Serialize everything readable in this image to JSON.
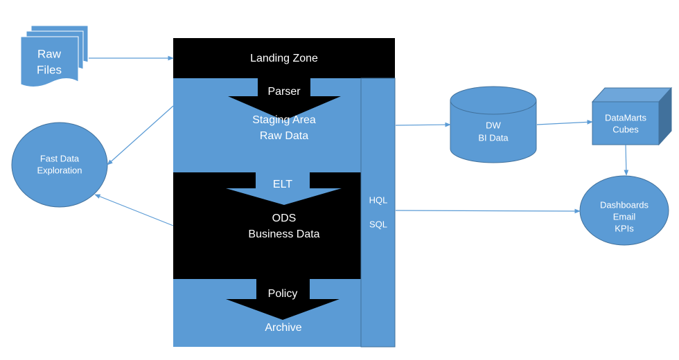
{
  "raw_files": {
    "line1": "Raw",
    "line2": "Files"
  },
  "pipeline": {
    "landing_zone": "Landing Zone",
    "parser": "Parser",
    "staging_line1": "Staging Area",
    "staging_line2": "Raw Data",
    "elt": "ELT",
    "ods_line1": "ODS",
    "ods_line2": "Business Data",
    "policy": "Policy",
    "archive": "Archive"
  },
  "query_bar": {
    "hql": "HQL",
    "sql": "SQL"
  },
  "fast_data": {
    "line1": "Fast Data",
    "line2": "Exploration"
  },
  "dw": {
    "line1": "DW",
    "line2": "BI Data"
  },
  "datamarts": {
    "line1": "DataMarts",
    "line2": "Cubes"
  },
  "dashboards": {
    "line1": "Dashboards",
    "line2": "Email",
    "line3": "KPIs"
  },
  "colors": {
    "blue": "#5b9bd5",
    "dark_edge": "#41719c",
    "black": "#000000",
    "text": "#ffffff"
  }
}
